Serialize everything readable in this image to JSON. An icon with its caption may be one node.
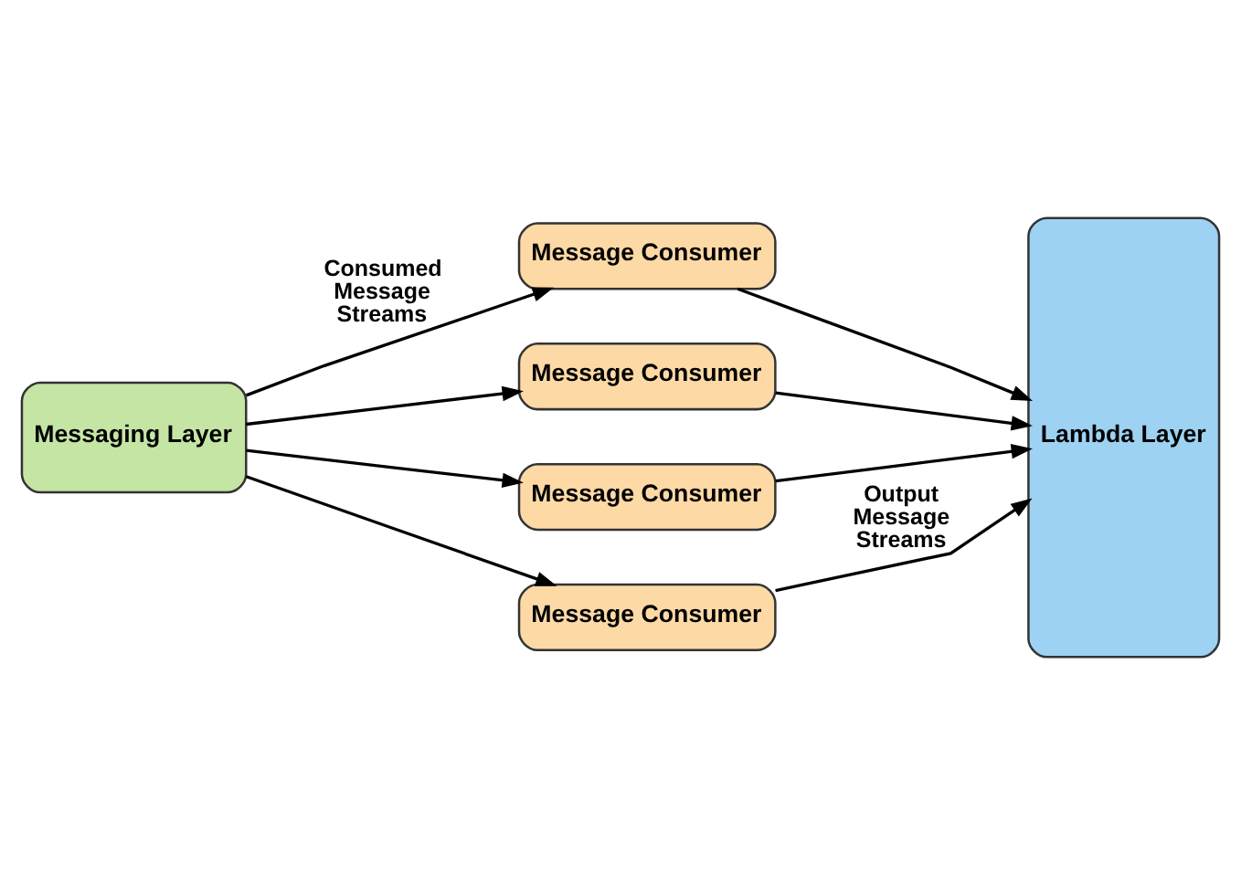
{
  "diagram": {
    "nodes": [
      {
        "text": [
          "Messaging Layer"
        ]
      },
      {
        "text": [
          "Message Consumer"
        ]
      },
      {
        "text": [
          "Message Consumer"
        ]
      },
      {
        "text": [
          "Message Consumer"
        ]
      },
      {
        "text": [
          "Message Consumer"
        ]
      },
      {
        "text": [
          "Lambda Layer"
        ]
      }
    ],
    "edges": [
      {
        "from": 0,
        "to": 1,
        "arrow": "to",
        "label": "Consumed Message Streams"
      },
      {
        "from": 0,
        "to": 2,
        "arrow": "to"
      },
      {
        "from": 0,
        "to": 3,
        "arrow": "to"
      },
      {
        "from": 0,
        "to": 4,
        "arrow": "to"
      },
      {
        "from": 1,
        "to": 5,
        "arrow": "to"
      },
      {
        "from": 2,
        "to": 5,
        "arrow": "to"
      },
      {
        "from": 3,
        "to": 5,
        "arrow": "to"
      },
      {
        "from": 4,
        "to": 5,
        "arrow": "to",
        "label": "Output Message Streams"
      }
    ]
  }
}
